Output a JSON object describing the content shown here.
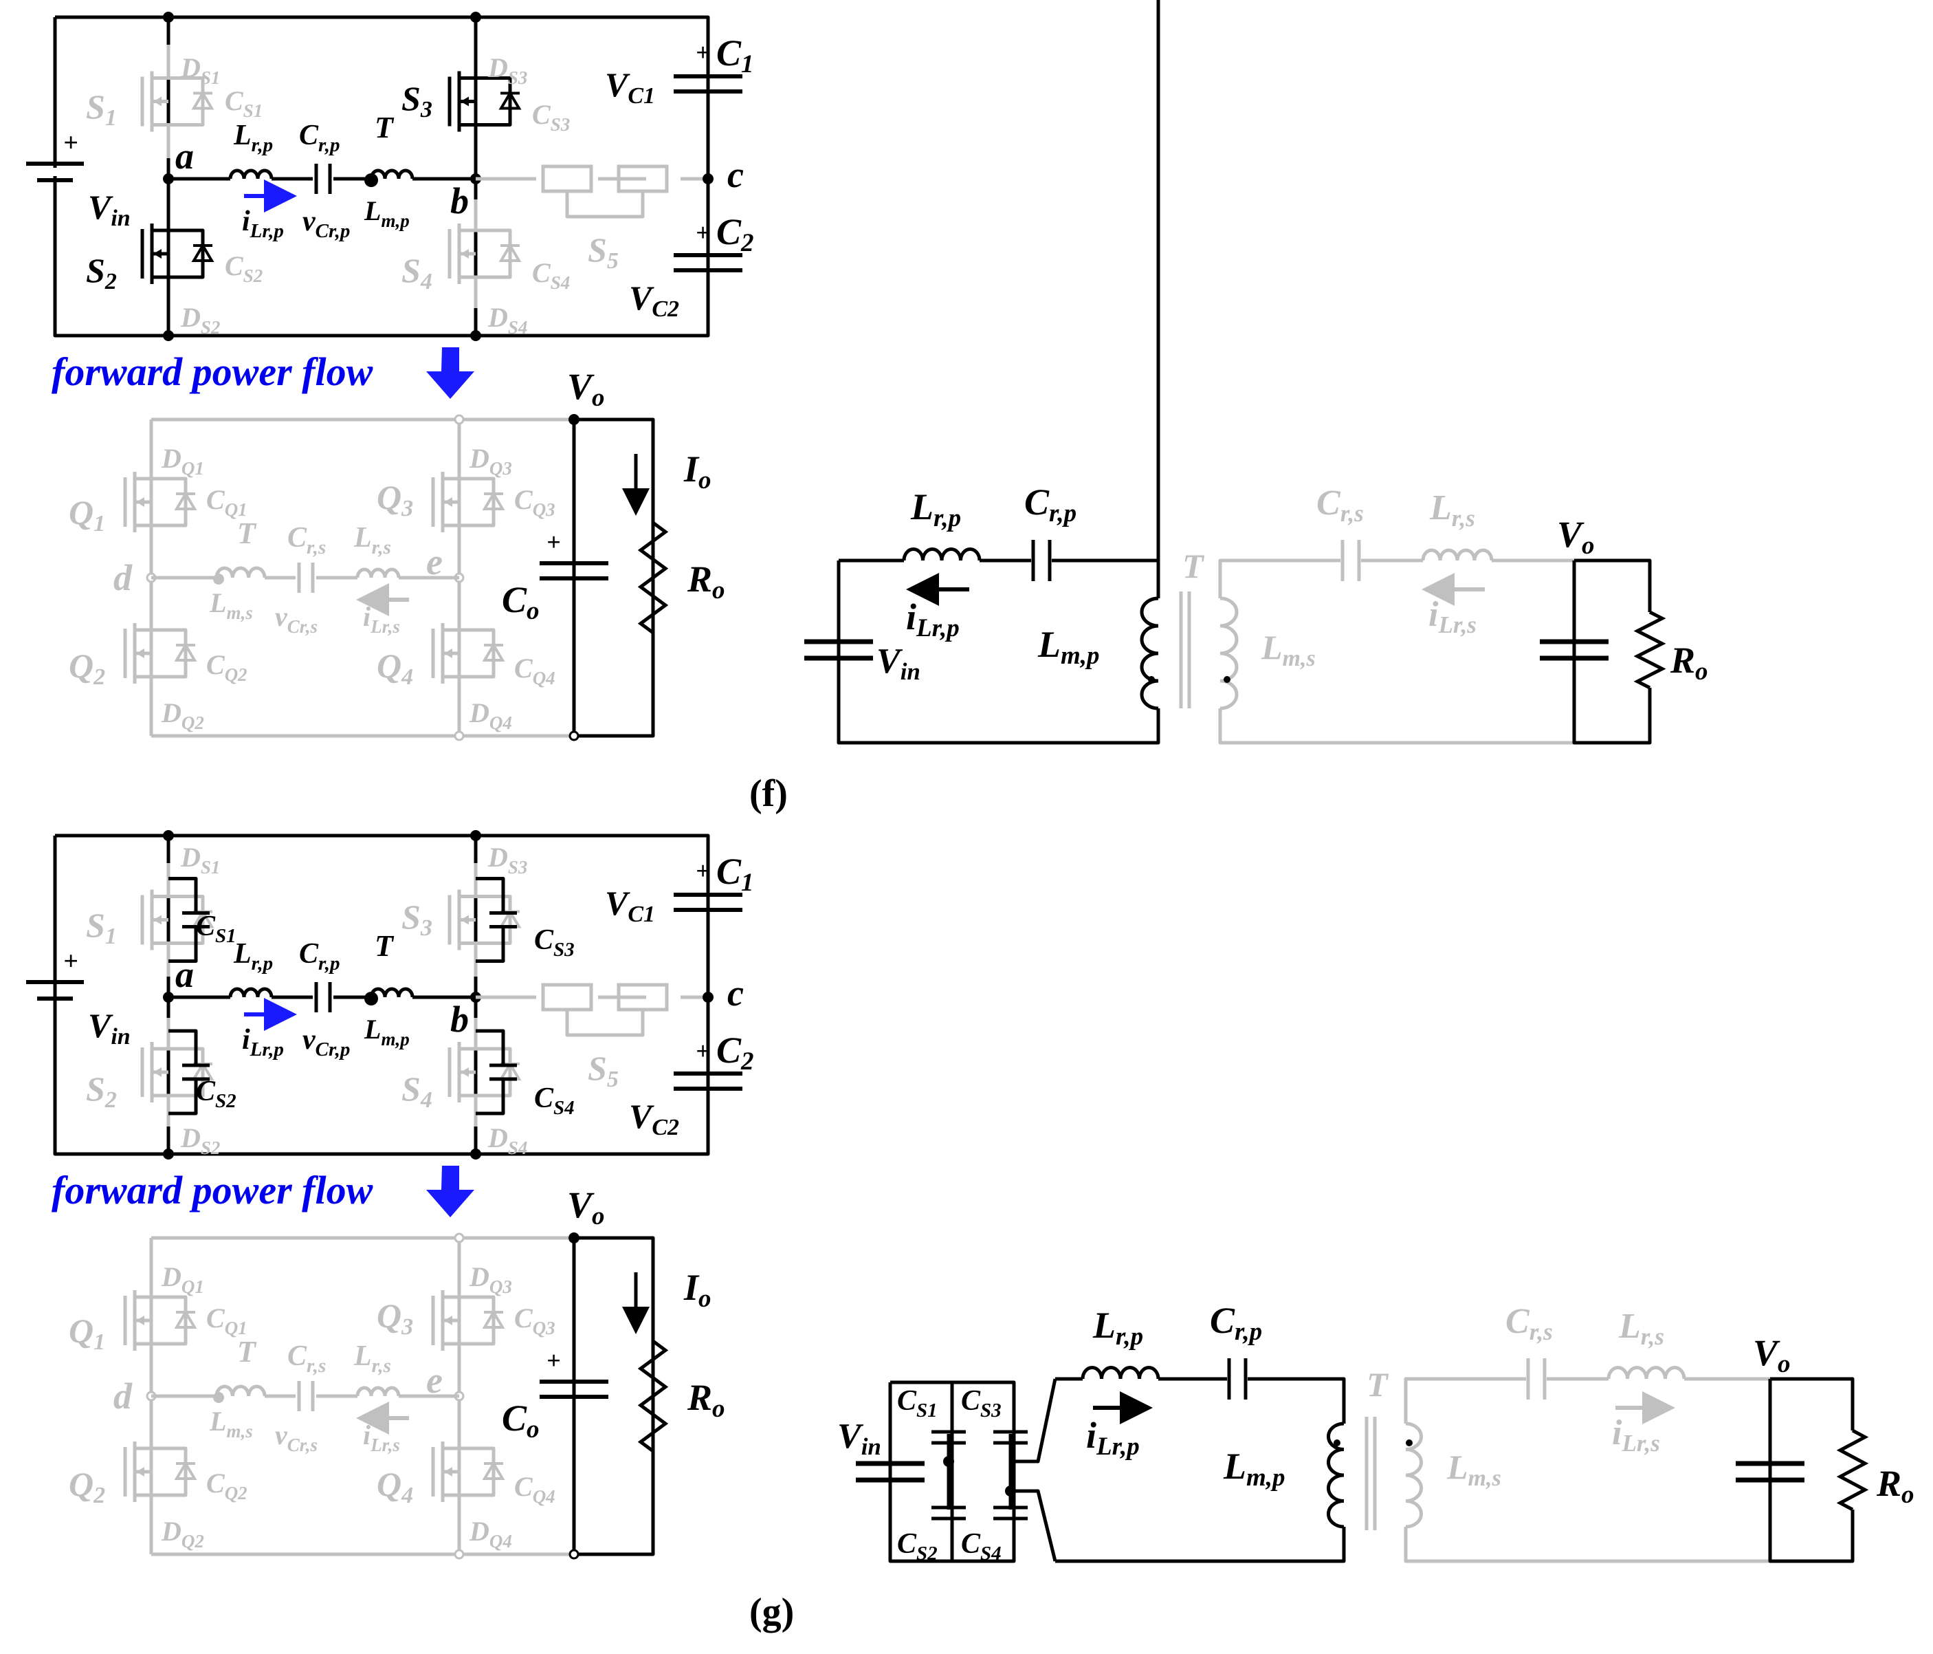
{
  "figure_f": {
    "caption": "(f)",
    "flow_label": "forward power flow",
    "primary": {
      "source": {
        "main": "V",
        "sub": "in",
        "plus": "+"
      },
      "switches": [
        {
          "id": "S1",
          "main": "S",
          "sub": "1",
          "active": false
        },
        {
          "id": "S2",
          "main": "S",
          "sub": "2",
          "active": true
        },
        {
          "id": "S3",
          "main": "S",
          "sub": "3",
          "active": true
        },
        {
          "id": "S4",
          "main": "S",
          "sub": "4",
          "active": false
        },
        {
          "id": "S5",
          "main": "S",
          "sub": "5",
          "active": false
        }
      ],
      "diodes": [
        [
          "D",
          "S1"
        ],
        [
          "D",
          "S2"
        ],
        [
          "D",
          "S3"
        ],
        [
          "D",
          "S4"
        ]
      ],
      "snubbers": [
        [
          "C",
          "S1"
        ],
        [
          "C",
          "S2"
        ],
        [
          "C",
          "S3"
        ],
        [
          "C",
          "S4"
        ]
      ],
      "nodes": [
        "a",
        "b",
        "c"
      ],
      "tank": {
        "L": [
          "L",
          "r,p"
        ],
        "C": [
          "C",
          "r,p"
        ],
        "T": "T",
        "Lm": [
          "L",
          "m,p"
        ],
        "i": [
          "i",
          "Lr,p"
        ],
        "v": [
          "v",
          "Cr,p"
        ]
      },
      "caps": [
        {
          "name": [
            "C",
            "1"
          ],
          "v": [
            "V",
            "C1"
          ],
          "plus": "+"
        },
        {
          "name": [
            "C",
            "2"
          ],
          "v": [
            "V",
            "C2"
          ],
          "plus": "+"
        }
      ]
    },
    "secondary": {
      "switches": [
        [
          "Q",
          "1"
        ],
        [
          "Q",
          "2"
        ],
        [
          "Q",
          "3"
        ],
        [
          "Q",
          "4"
        ]
      ],
      "diodes": [
        [
          "D",
          "Q1"
        ],
        [
          "D",
          "Q2"
        ],
        [
          "D",
          "Q3"
        ],
        [
          "D",
          "Q4"
        ]
      ],
      "snubbers": [
        [
          "C",
          "Q1"
        ],
        [
          "C",
          "Q2"
        ],
        [
          "C",
          "Q3"
        ],
        [
          "C",
          "Q4"
        ]
      ],
      "nodes": [
        "d",
        "e"
      ],
      "tank": {
        "T": "T",
        "Lm": [
          "L",
          "m,s"
        ],
        "C": [
          "C",
          "r,s"
        ],
        "v": [
          "v",
          "Cr,s"
        ],
        "L": [
          "L",
          "r,s"
        ],
        "i": [
          "i",
          "Lr,s"
        ]
      },
      "output": {
        "V": [
          "V",
          "o"
        ],
        "I": [
          "I",
          "o"
        ],
        "C": [
          "C",
          "o"
        ],
        "R": [
          "R",
          "o"
        ],
        "plus": "+"
      }
    },
    "equivalent": {
      "Lr": [
        "L",
        "r,p"
      ],
      "Cr": [
        "C",
        "r,p"
      ],
      "i": [
        "i",
        "Lr,p"
      ],
      "Vin": [
        "V",
        "in"
      ],
      "Lm": [
        "L",
        "m,p"
      ],
      "T": "T",
      "Lms": [
        "L",
        "m,s"
      ],
      "Crs": [
        "C",
        "r,s"
      ],
      "Lrs": [
        "L",
        "r,s"
      ],
      "is": [
        "i",
        "Lr,s"
      ],
      "Vo": [
        "V",
        "o"
      ],
      "Ro": [
        "R",
        "o"
      ]
    }
  },
  "figure_g": {
    "caption": "(g)",
    "flow_label": "forward power flow",
    "equivalent": {
      "Vin": [
        "V",
        "in"
      ],
      "Cs": [
        [
          "C",
          "S1"
        ],
        [
          "C",
          "S3"
        ],
        [
          "C",
          "S2"
        ],
        [
          "C",
          "S4"
        ]
      ],
      "Lr": [
        "L",
        "r,p"
      ],
      "Cr": [
        "C",
        "r,p"
      ],
      "i": [
        "i",
        "Lr,p"
      ],
      "Lm": [
        "L",
        "m,p"
      ],
      "T": "T",
      "Lms": [
        "L",
        "m,s"
      ],
      "Crs": [
        "C",
        "r,s"
      ],
      "Lrs": [
        "L",
        "r,s"
      ],
      "is": [
        "i",
        "Lr,s"
      ],
      "Vo": [
        "V",
        "o"
      ],
      "Ro": [
        "R",
        "o"
      ]
    }
  },
  "colors": {
    "active": "#000000",
    "inactive": "#c0c0c0",
    "flow": "#1a1aff"
  }
}
